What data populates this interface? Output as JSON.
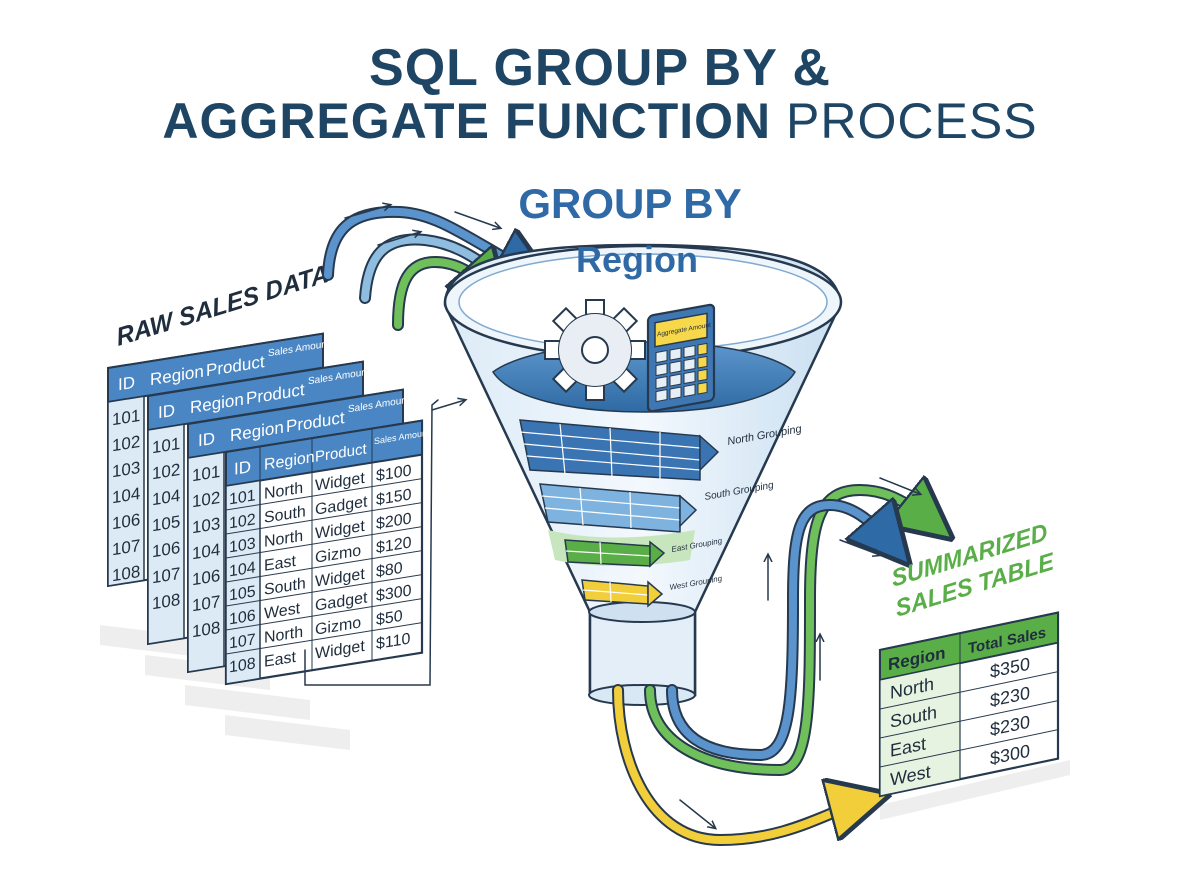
{
  "title": {
    "line1": "SQL GROUP BY &",
    "line2_bold": "AGGREGATE FUNCTION",
    "line2_normal": " PROCESS"
  },
  "raw_data": {
    "label": "RAW SALES DATA",
    "headers": [
      "ID",
      "Region",
      "Product",
      "Sales Amount"
    ],
    "ids": [
      "101",
      "102",
      "103",
      "104",
      "105",
      "106",
      "107",
      "108"
    ],
    "visible_ids_back": [
      "101",
      "102",
      "103",
      "104",
      "106",
      "107",
      "108"
    ],
    "rows": [
      {
        "id": "101",
        "region": "North",
        "product": "Widget",
        "amount": "$100"
      },
      {
        "id": "102",
        "region": "South",
        "product": "Gadget",
        "amount": "$150"
      },
      {
        "id": "103",
        "region": "North",
        "product": "Widget",
        "amount": "$200"
      },
      {
        "id": "104",
        "region": "East",
        "product": "Gizmo",
        "amount": "$120"
      },
      {
        "id": "105",
        "region": "South",
        "product": "Widget",
        "amount": "$80"
      },
      {
        "id": "106",
        "region": "West",
        "product": "Gadget",
        "amount": "$300"
      },
      {
        "id": "107",
        "region": "North",
        "product": "Gizmo",
        "amount": "$50"
      },
      {
        "id": "108",
        "region": "East",
        "product": "Widget",
        "amount": "$110"
      }
    ]
  },
  "funnel": {
    "heading": "GROUP BY",
    "subheading": "Region",
    "calculator_label": "Aggregate Amount",
    "groupings": [
      "North Grouping",
      "South Grouping",
      "East Grouping",
      "West Grouping"
    ]
  },
  "summary": {
    "label_line1": "SUMMARIZED",
    "label_line2": "SALES TABLE",
    "headers": [
      "Region",
      "Total Sales"
    ],
    "rows": [
      {
        "region": "North",
        "total": "$350"
      },
      {
        "region": "South",
        "total": "$230"
      },
      {
        "region": "East",
        "total": "$230"
      },
      {
        "region": "West",
        "total": "$300"
      }
    ]
  },
  "colors": {
    "navy": "#1f4564",
    "blue": "#3d7ab8",
    "blue_light": "#8fbde0",
    "green": "#5aae47",
    "green_light": "#a9d99a",
    "yellow": "#f2cf3a",
    "outline": "#26394e"
  }
}
